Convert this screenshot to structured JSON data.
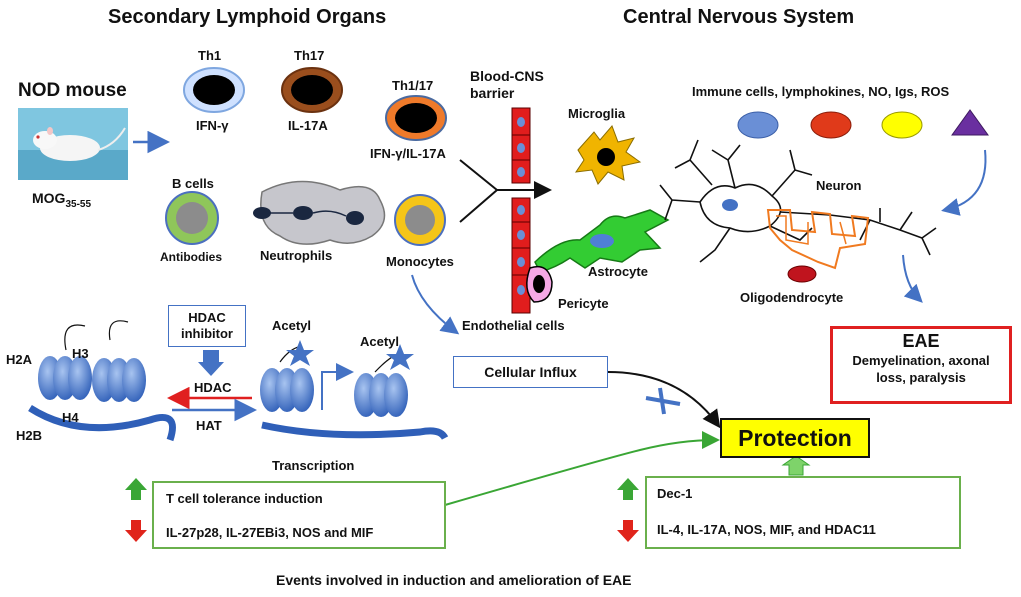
{
  "sections": {
    "left_title": "Secondary Lymphoid Organs",
    "right_title": "Central Nervous System"
  },
  "mouse": {
    "label": "NOD mouse",
    "antigen": "MOG",
    "antigen_sub": "35-55"
  },
  "cells": {
    "th1": "Th1",
    "th1_cytokine": "IFN-γ",
    "th17": "Th17",
    "th17_cytokine": "IL-17A",
    "th1_17": "Th1/17",
    "th1_17_cytokine": "IFN-γ/IL-17A",
    "bcells": "B cells",
    "antibodies": "Antibodies",
    "neutrophils": "Neutrophils",
    "monocytes": "Monocytes"
  },
  "cns": {
    "barrier": "Blood-CNS\nbarrier",
    "microglia": "Microglia",
    "mediators": "Immune cells, lymphokines, NO, Igs, ROS",
    "neuron": "Neuron",
    "astrocyte": "Astrocyte",
    "pericyte": "Pericyte",
    "endothelial": "Endothelial cells",
    "oligodendrocyte": "Oligodendrocyte"
  },
  "eae": {
    "title": "EAE",
    "description": "Demyelination, axonal loss, paralysis"
  },
  "epigenetics": {
    "hdac_inhibitor": "HDAC inhibitor",
    "h2a": "H2A",
    "h3": "H3",
    "h4": "H4",
    "h2b": "H2B",
    "hdac": "HDAC",
    "hat": "HAT",
    "acetyl_1": "Acetyl",
    "acetyl_2": "Acetyl",
    "transcription": "Transcription"
  },
  "influx": "Cellular Influx",
  "protection": "Protection",
  "left_effects": {
    "up": "T cell tolerance induction",
    "down": "IL-27p28, IL-27EBi3, NOS and MIF"
  },
  "right_effects": {
    "up": "Dec-1",
    "down": "IL-4, IL-17A, NOS, MIF, and HDAC11"
  },
  "caption": "Events involved in induction and amelioration of EAE",
  "colors": {
    "arrow_blue": "#4472c4",
    "protection_fill": "#ffff00",
    "eae_border": "#e02020",
    "effect_border": "#6ab04c",
    "up_arrow": "#3aa635",
    "down_arrow": "#e0241b",
    "nucleosome": "#4a78c8",
    "vessel": "#e11d1d",
    "astrocyte": "#33cc33"
  }
}
